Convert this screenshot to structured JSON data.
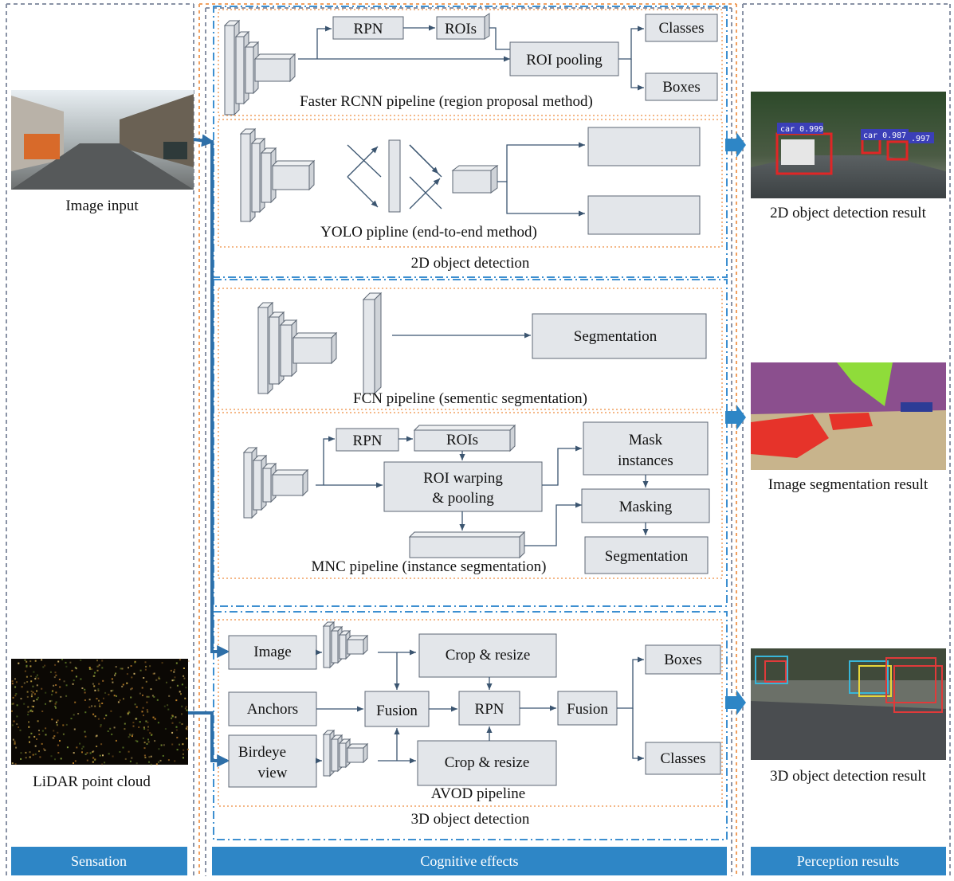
{
  "columns": {
    "sensation": "Sensation",
    "cognitive": "Cognitive effects",
    "perception": "Perception results"
  },
  "inputs": {
    "image_caption": "Image input",
    "lidar_caption": "LiDAR point cloud"
  },
  "results": {
    "det2d_caption": "2D object detection result",
    "seg_caption": "Image segmentation result",
    "det3d_caption": "3D object detection result",
    "det2d_labels": [
      "car 0.999",
      "car 0.987",
      ".997"
    ]
  },
  "faster_rcnn": {
    "rpn": "RPN",
    "rois": "ROIs",
    "roi_pooling": "ROI pooling",
    "classes": "Classes",
    "boxes": "Boxes",
    "caption": "Faster RCNN pipeline (region proposal method)"
  },
  "yolo": {
    "caption": "YOLO pipline (end-to-end method)"
  },
  "det2d_group": "2D object detection",
  "fcn": {
    "segmentation": "Segmentation",
    "caption": "FCN pipeline (sementic segmentation)"
  },
  "mnc": {
    "rpn": "RPN",
    "rois": "ROIs",
    "roi_warping_1": "ROI warping",
    "roi_warping_2": "& pooling",
    "mask_instances_1": "Mask",
    "mask_instances_2": "instances",
    "masking": "Masking",
    "segmentation": "Segmentation",
    "caption": "MNC pipeline (instance segmentation)"
  },
  "avod": {
    "image": "Image",
    "anchors": "Anchors",
    "birdeye_1": "Birdeye",
    "birdeye_2": "view",
    "crop_top": "Crop & resize",
    "crop_bottom": "Crop & resize",
    "fusion_1": "Fusion",
    "rpn": "RPN",
    "fusion_2": "Fusion",
    "boxes": "Boxes",
    "classes": "Classes",
    "caption": "AVOD pipeline"
  },
  "det3d_group": "3D object detection",
  "colors": {
    "box_fill": "#e3e6ea",
    "box_stroke": "#5d6774",
    "arrow": "#3b5570",
    "blue_bar": "#2e86c6",
    "orange_dot": "#f0a060",
    "blue_dash": "#3d8fd0",
    "grey_dash": "#8a93a6"
  }
}
